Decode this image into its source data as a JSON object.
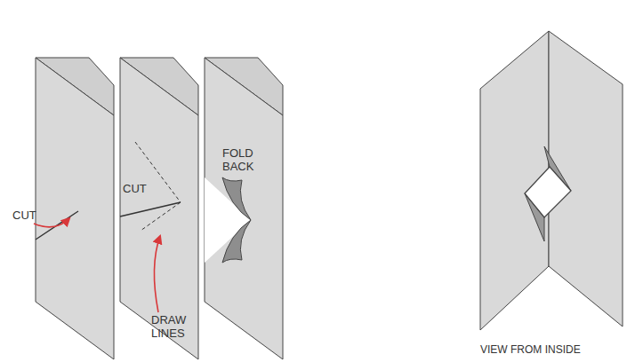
{
  "diagram": {
    "labels": [
      "CUT",
      "CUT",
      "DRAW LINES",
      "FOLD BACK",
      "VIEW FROM INSIDE"
    ]
  }
}
